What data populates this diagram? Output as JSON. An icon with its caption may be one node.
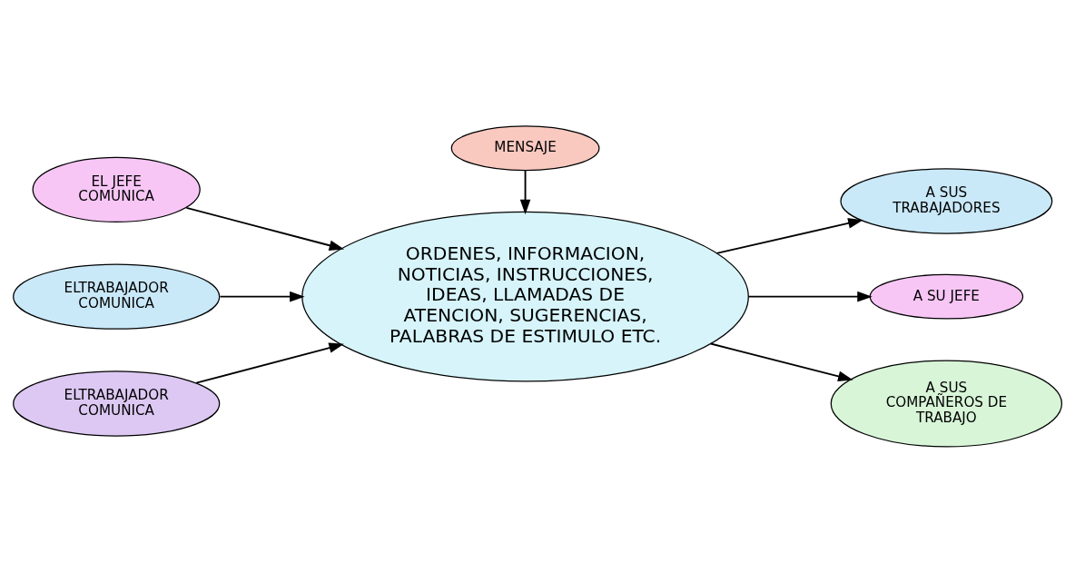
{
  "diagram": {
    "nodes": [
      {
        "text": [
          "MENSAJE"
        ]
      },
      {
        "text": [
          "EL JEFE COMUNICA"
        ]
      },
      {
        "text": [
          "A SUS TRABAJADORES"
        ]
      },
      {
        "text": [
          "ORDENES, INFORMACION, NOTICIAS, INSTRUCCIONES, IDEAS, LLAMADAS DE ATENCION, SUGERENCIAS, PALABRAS DE ESTIMULO ETC."
        ]
      },
      {
        "text": [
          "ELTRABAJADOR COMUNICA"
        ]
      },
      {
        "text": [
          "A SU JEFE"
        ]
      },
      {
        "text": [
          "ELTRABAJADOR COMUNICA"
        ]
      },
      {
        "text": [
          "A SUS COMPAÑEROS DE TRABAJO"
        ]
      }
    ],
    "edges": [
      {
        "from": 0,
        "to": 3,
        "arrow": "to"
      },
      {
        "from": 1,
        "to": 3,
        "arrow": "to"
      },
      {
        "from": 3,
        "to": 2,
        "arrow": "to"
      },
      {
        "from": 4,
        "to": 3,
        "arrow": "to"
      },
      {
        "from": 3,
        "to": 5,
        "arrow": "to"
      },
      {
        "from": 6,
        "to": 3,
        "arrow": "to"
      },
      {
        "from": 3,
        "to": 7,
        "arrow": "to"
      }
    ]
  }
}
